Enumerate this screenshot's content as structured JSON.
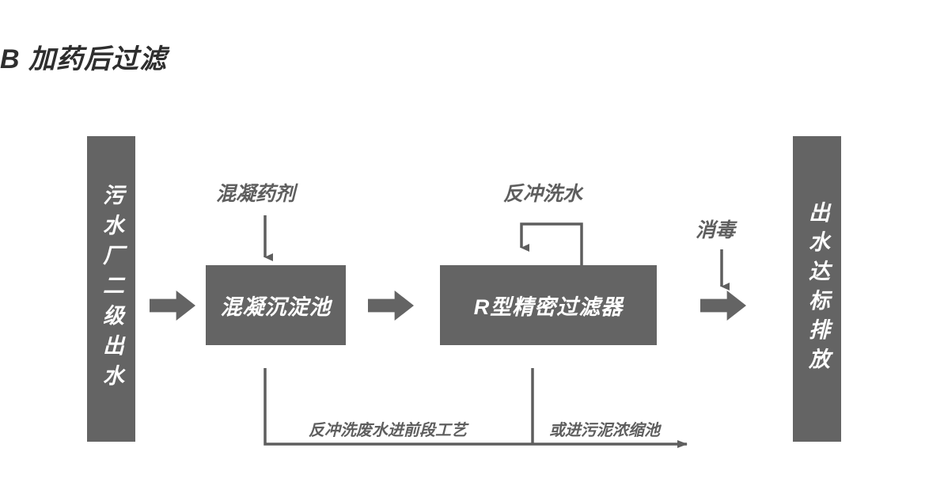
{
  "page": {
    "title": "B 加药后过滤",
    "background_color": "#ffffff",
    "fill_color": "#646464",
    "line_color": "#5e5e5e",
    "text_on_fill_color": "#ffffff"
  },
  "flow": {
    "inlet": {
      "label": "污水厂二级出水",
      "type": "terminal-bar",
      "position": "left"
    },
    "outlet": {
      "label": "出水达标排放",
      "type": "terminal-bar",
      "position": "right"
    },
    "units": [
      {
        "id": "coagulation-sedimentation-tank",
        "label": "混凝沉淀池"
      },
      {
        "id": "r-type-precision-filter",
        "label": "R型精密过滤器"
      }
    ],
    "inputs": [
      {
        "id": "coagulant-dosing",
        "label": "混凝药剂",
        "target": "coagulation-sedimentation-tank",
        "connector": "down-arrow"
      },
      {
        "id": "backwash-water",
        "label": "反冲洗水",
        "target": "r-type-precision-filter",
        "connector": "bracket-down-arrow"
      },
      {
        "id": "disinfection",
        "label": "消毒",
        "target": "outlet",
        "connector": "down-arrow"
      }
    ],
    "returns": [
      {
        "id": "backwash-wastewater-to-front-process",
        "label": "反冲洗废水进前段工艺",
        "source": "coagulation-sedimentation-tank"
      },
      {
        "id": "to-sludge-thickening-tank",
        "label": "或进污泥浓缩池",
        "source": "r-type-precision-filter"
      }
    ],
    "main_arrows": [
      {
        "id": "inlet-to-coagulation",
        "direction": "right"
      },
      {
        "id": "coagulation-to-filter",
        "direction": "right"
      },
      {
        "id": "filter-to-outlet",
        "direction": "right"
      }
    ]
  }
}
